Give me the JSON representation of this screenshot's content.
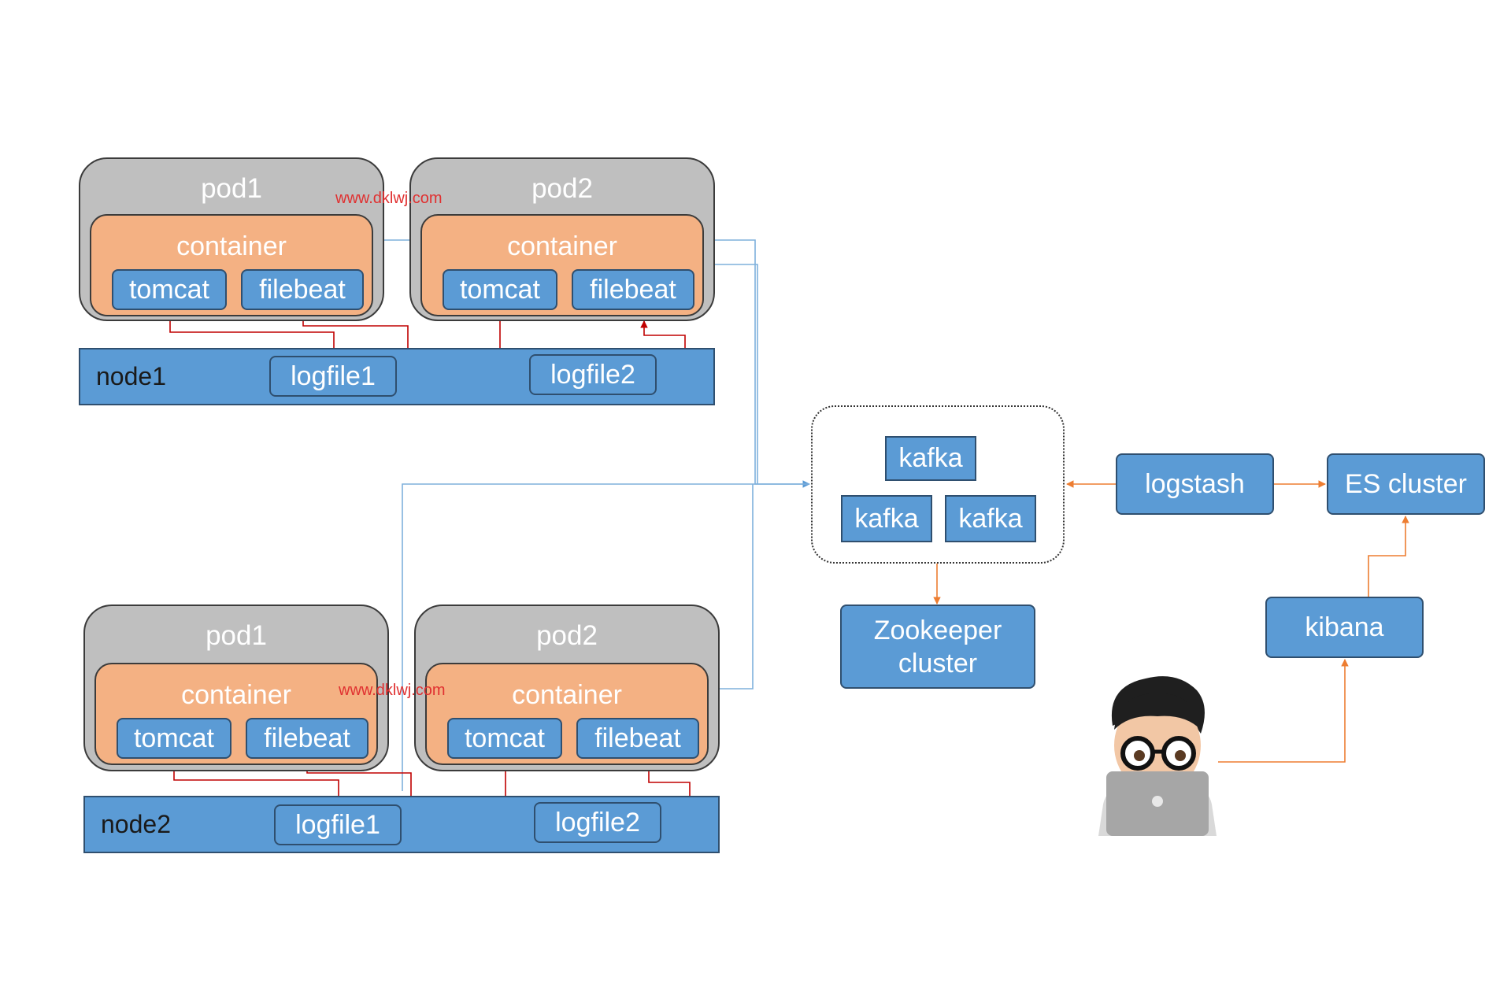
{
  "node1": {
    "label": "node1",
    "pod1": {
      "title": "pod1",
      "container": "container",
      "tomcat": "tomcat",
      "filebeat": "filebeat"
    },
    "pod2": {
      "title": "pod2",
      "container": "container",
      "tomcat": "tomcat",
      "filebeat": "filebeat"
    },
    "logfile1": "logfile1",
    "logfile2": "logfile2"
  },
  "node2": {
    "label": "node2",
    "pod1": {
      "title": "pod1",
      "container": "container",
      "tomcat": "tomcat",
      "filebeat": "filebeat"
    },
    "pod2": {
      "title": "pod2",
      "container": "container",
      "tomcat": "tomcat",
      "filebeat": "filebeat"
    },
    "logfile1": "logfile1",
    "logfile2": "logfile2"
  },
  "kafka_cluster": {
    "brokers": [
      "kafka",
      "kafka",
      "kafka"
    ]
  },
  "zookeeper": {
    "line1": "Zookeeper",
    "line2": "cluster"
  },
  "logstash": "logstash",
  "es_cluster": "ES cluster",
  "kibana": "kibana",
  "user_icon": "developer-with-laptop-icon",
  "watermarks": [
    "www.dklwj.com",
    "www.dklwj.com"
  ],
  "colors": {
    "pod": "#bfbfbf",
    "container": "#f4b183",
    "blue_box": "#5b9bd5",
    "log_arrow": "#c00000",
    "filebeat_to_kafka": "#5b9bd5",
    "pipeline_arrow": "#ed7d31",
    "watermark": "#e03030"
  }
}
